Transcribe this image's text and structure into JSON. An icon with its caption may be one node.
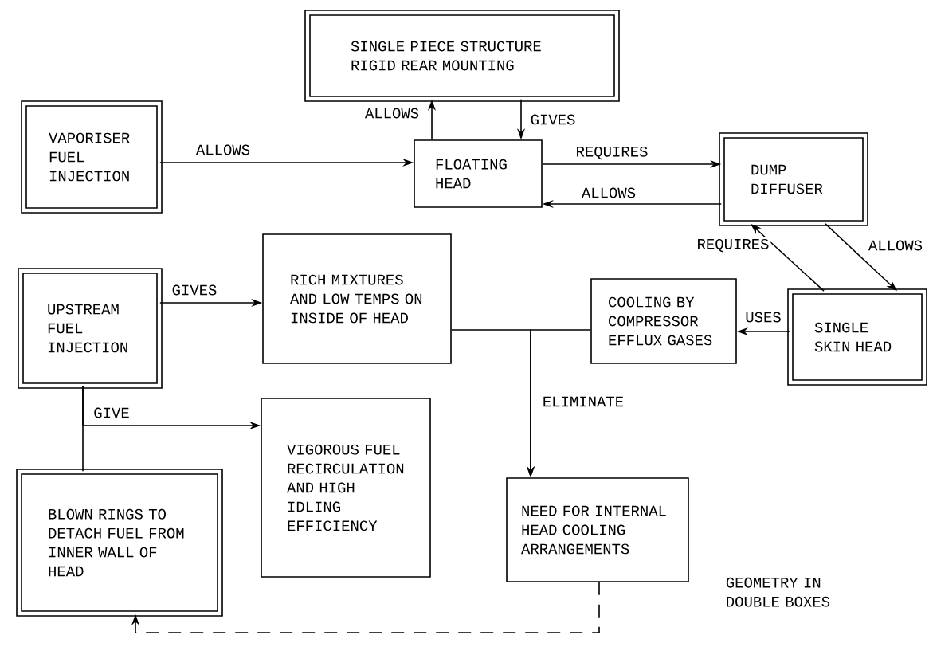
{
  "diagram": {
    "nodes": [
      {
        "text": [
          "SINGLE PIECE STRUCTURE RIGID REAR MOUNTING"
        ]
      },
      {
        "text": [
          "VAPORISER FUEL INJECTION"
        ]
      },
      {
        "text": [
          "FLOATING HEAD"
        ]
      },
      {
        "text": [
          "DUMP DIFFUSER"
        ]
      },
      {
        "text": [
          "RICH MIXTURES AND LOW TEMPS ON INSIDE OF HEAD"
        ]
      },
      {
        "text": [
          "UPSTREAM FUEL INJECTION"
        ]
      },
      {
        "text": [
          "COOLING BY COMPRESSOR EFFLUX GASES"
        ]
      },
      {
        "text": [
          "SINGLE SKIN HEAD"
        ]
      },
      {
        "text": [
          "VIGOROUS FUEL RECIRCULATION AND HIGH IDLING EFFICIENCY"
        ]
      },
      {
        "text": [
          "BLOWN RINGS TO DETACH FUEL FROM INNER WALL OF HEAD"
        ]
      },
      {
        "text": [
          "NEED FOR INTERNAL HEAD COOLING ARRANGEMENTS"
        ]
      }
    ],
    "edges": [
      {
        "from": 1,
        "to": 2,
        "arrow": "to",
        "label": "ALLOWS"
      },
      {
        "from": 2,
        "to": 0,
        "arrow": "to",
        "label": "ALLOWS"
      },
      {
        "from": 0,
        "to": 2,
        "arrow": "to",
        "label": "GIVES"
      },
      {
        "from": 2,
        "to": 3,
        "arrow": "to",
        "label": "REQUIRES"
      },
      {
        "from": 3,
        "to": 2,
        "arrow": "to",
        "label": "ALLOWS"
      },
      {
        "from": 7,
        "to": 3,
        "arrow": "to",
        "label": "REQUIRES"
      },
      {
        "from": 3,
        "to": 7,
        "arrow": "to",
        "label": "ALLOWS"
      },
      {
        "from": 7,
        "to": 6,
        "arrow": "to",
        "label": "USES"
      },
      {
        "from": 5,
        "to": 4,
        "arrow": "to",
        "label": "GIVES"
      },
      {
        "from": 5,
        "to": 8,
        "arrow": "to",
        "label": "GIVE"
      },
      {
        "from": 5,
        "to": 9,
        "arrow": "none"
      },
      {
        "from": 4,
        "to": 10,
        "arrow": "to",
        "label": "ELIMINATE"
      },
      {
        "from": 6,
        "to": 10,
        "arrow": "to"
      },
      {
        "from": 10,
        "to": 9,
        "arrow": "to",
        "style": "dashed"
      }
    ],
    "labels": [
      "GEOMETRY IN DOUBLE BOXES"
    ]
  }
}
